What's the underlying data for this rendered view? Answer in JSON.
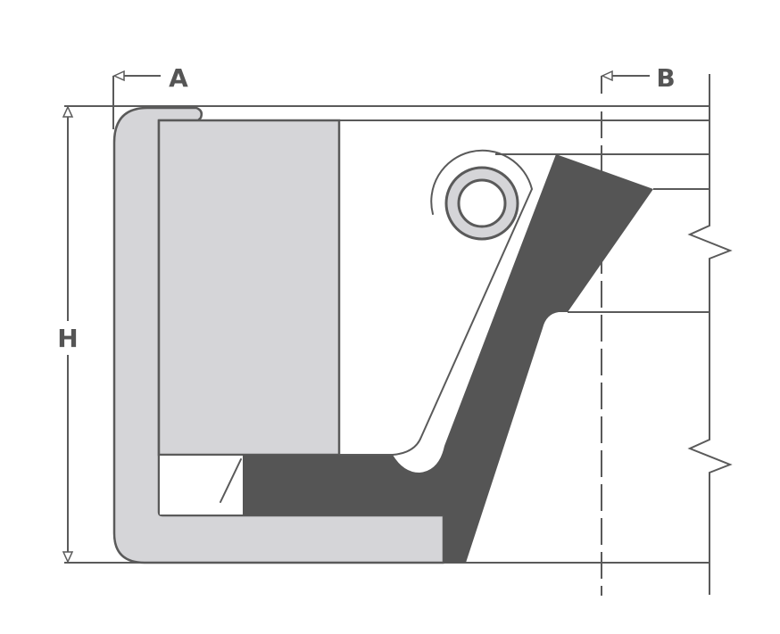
{
  "labels": {
    "section_a": "A",
    "section_b": "B",
    "height": "H"
  },
  "colors": {
    "line": "#5a5a5a",
    "case_fill": "#d5d5d8",
    "lip_fill": "#555555",
    "background": "#ffffff"
  }
}
